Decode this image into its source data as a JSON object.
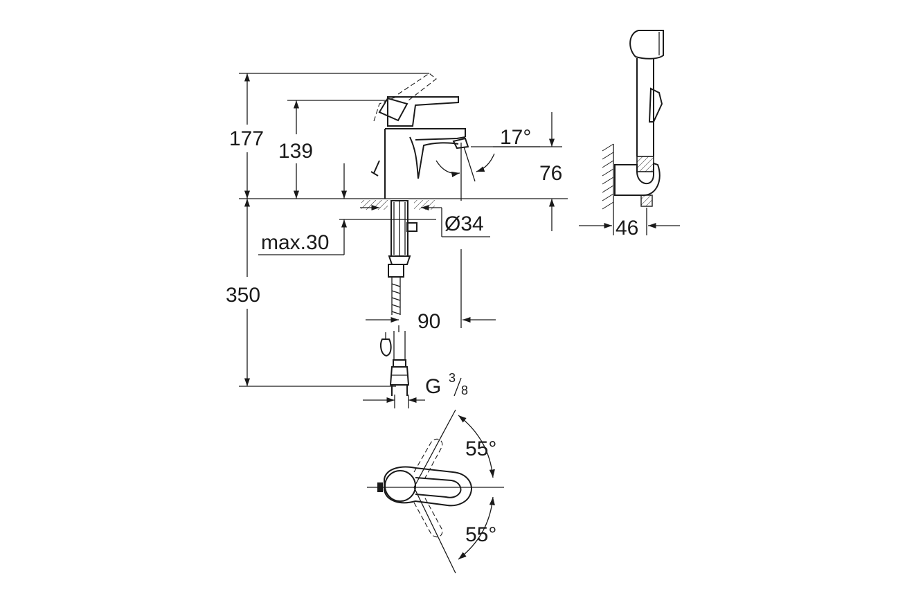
{
  "dimensions": {
    "overall_height": "177",
    "spout_height": "139",
    "spout_angle": "17°",
    "spout_drop": "76",
    "hole_diameter": "Ø34",
    "max_thickness": "max.30",
    "hose_length": "350",
    "reach": "90",
    "connection_thread": "G",
    "thread_num": "3",
    "thread_den": "8",
    "handle_angle_upper": "55°",
    "handle_angle_lower": "55°",
    "holder_width": "46"
  }
}
